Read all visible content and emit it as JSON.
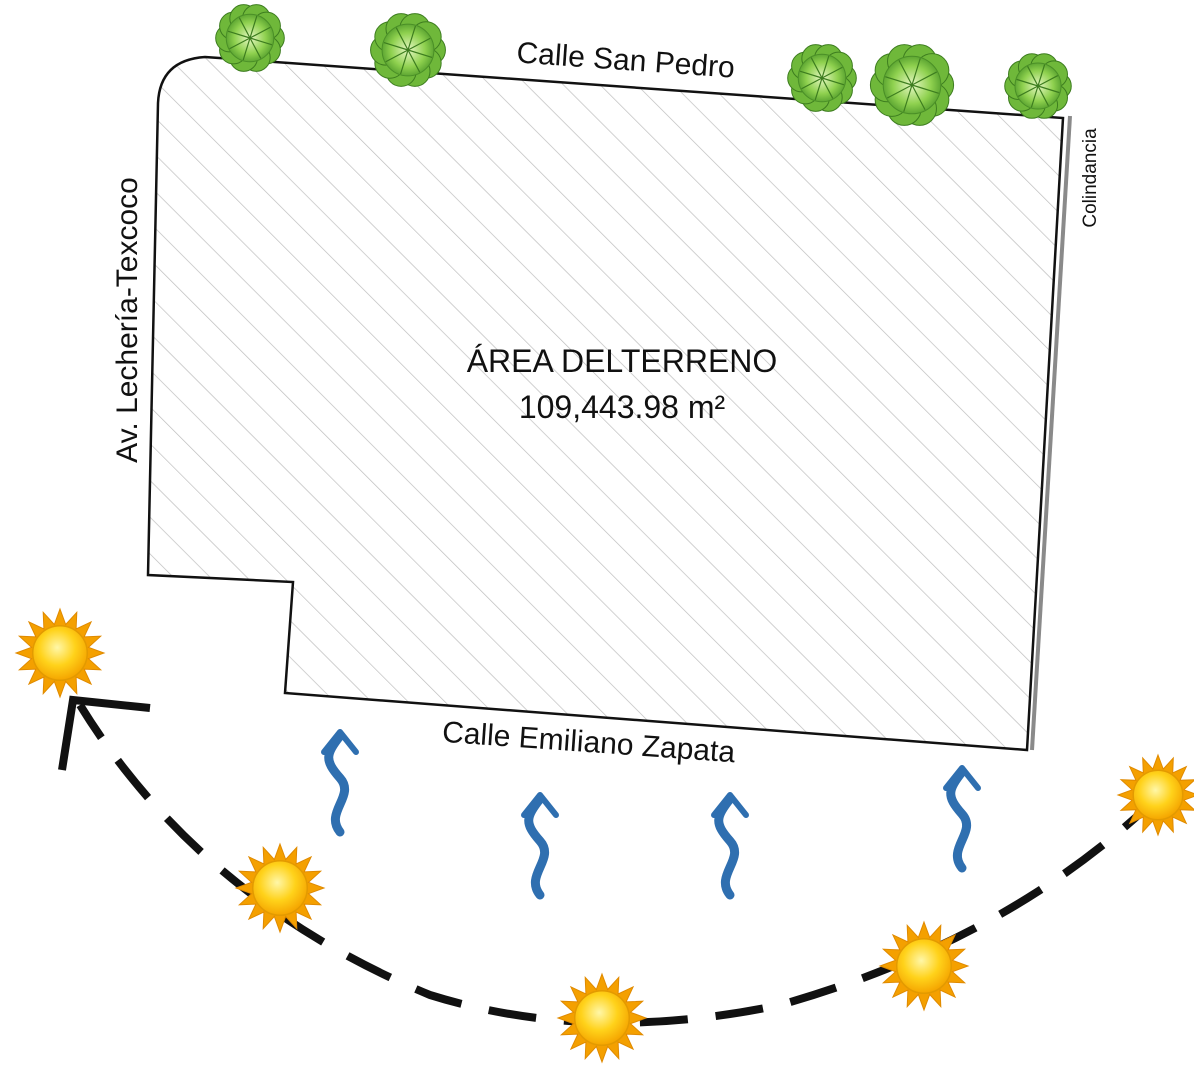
{
  "site": {
    "area_title": "ÁREA DELTERRENO",
    "area_value": "109,443.98 m²"
  },
  "streets": {
    "north": "Calle San Pedro",
    "west": "Av. Lechería-Texcoco",
    "south": "Calle Emiliano Zapata",
    "east": "Colindancia"
  },
  "icons": {
    "tree": "tree-icon",
    "sun": "sun-icon",
    "wind": "wind-arrow-icon",
    "path": "sun-path-arrow"
  },
  "colors": {
    "outline": "#111111",
    "hatch": "#bdbdbd",
    "wind": "#2f6fb0",
    "sun_core": "#ffd21a",
    "sun_rays": "#f4a000",
    "tree": "#7cc242",
    "boundary": "#8a8a8a"
  }
}
